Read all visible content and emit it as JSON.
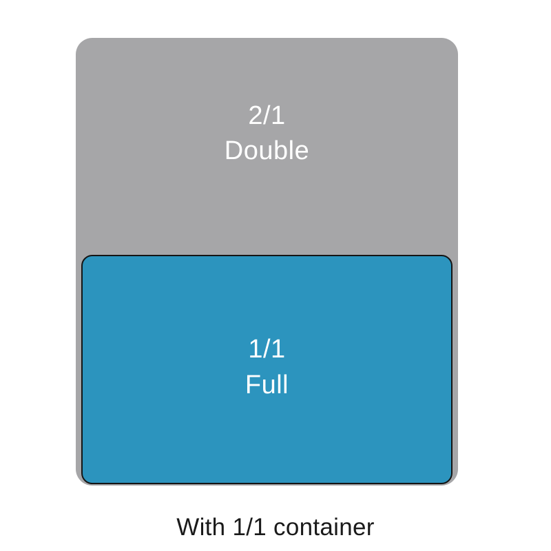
{
  "diagram": {
    "double_pan": {
      "size": "2/1",
      "name": "Double"
    },
    "full_pan": {
      "size": "1/1",
      "name": "Full"
    },
    "caption": "With 1/1 container"
  },
  "colors": {
    "double_pan_fill": "#a6a6a8",
    "full_pan_fill": "#2c94be",
    "full_pan_border": "#141414",
    "label_text": "#ffffff",
    "caption_text": "#1a1a1a",
    "background": "#ffffff"
  }
}
